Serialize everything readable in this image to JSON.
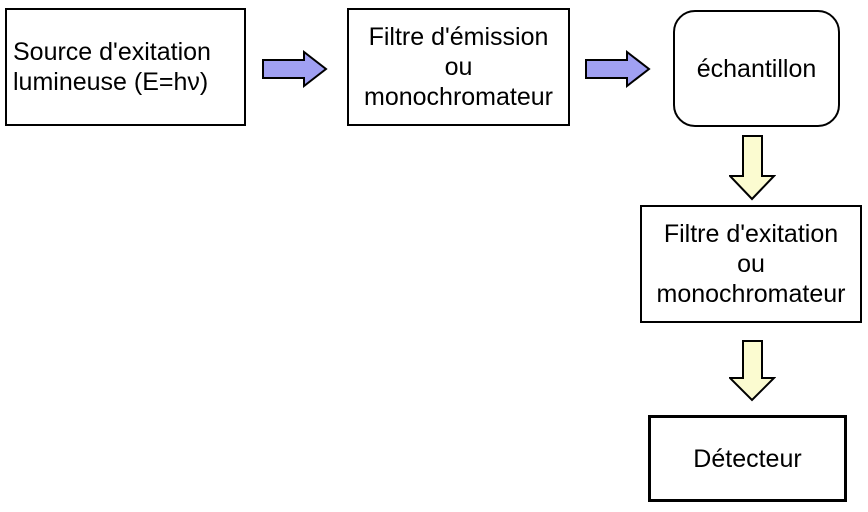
{
  "diagram": {
    "background": "#ffffff",
    "nodes": [
      {
        "id": "source",
        "shape": "rect",
        "label": "Source d'exitation\nlumineuse (E=hν)"
      },
      {
        "id": "filtre-emission",
        "shape": "rect",
        "label": "Filtre d'émission\nou\nmonochromateur"
      },
      {
        "id": "echantillon",
        "shape": "rounded-rect",
        "label": "échantillon"
      },
      {
        "id": "filtre-exitation",
        "shape": "rect",
        "label": "Filtre d'exitation\nou\nmonochromateur"
      },
      {
        "id": "detecteur",
        "shape": "rect",
        "label": "Détecteur"
      }
    ],
    "arrows": [
      {
        "from": "source",
        "to": "filtre-emission",
        "direction": "right",
        "color_name": "blue"
      },
      {
        "from": "filtre-emission",
        "to": "echantillon",
        "direction": "right",
        "color_name": "blue"
      },
      {
        "from": "echantillon",
        "to": "filtre-exitation",
        "direction": "down",
        "color_name": "yellow"
      },
      {
        "from": "filtre-exitation",
        "to": "detecteur",
        "direction": "down",
        "color_name": "yellow"
      }
    ],
    "colors": {
      "box_fill": "#ffffff",
      "box_border": "#000000",
      "text": "#000000",
      "arrow_blue_fill": "#a0a0f2",
      "arrow_yellow_fill": "#fbfbd0",
      "arrow_outline": "#000000"
    }
  }
}
